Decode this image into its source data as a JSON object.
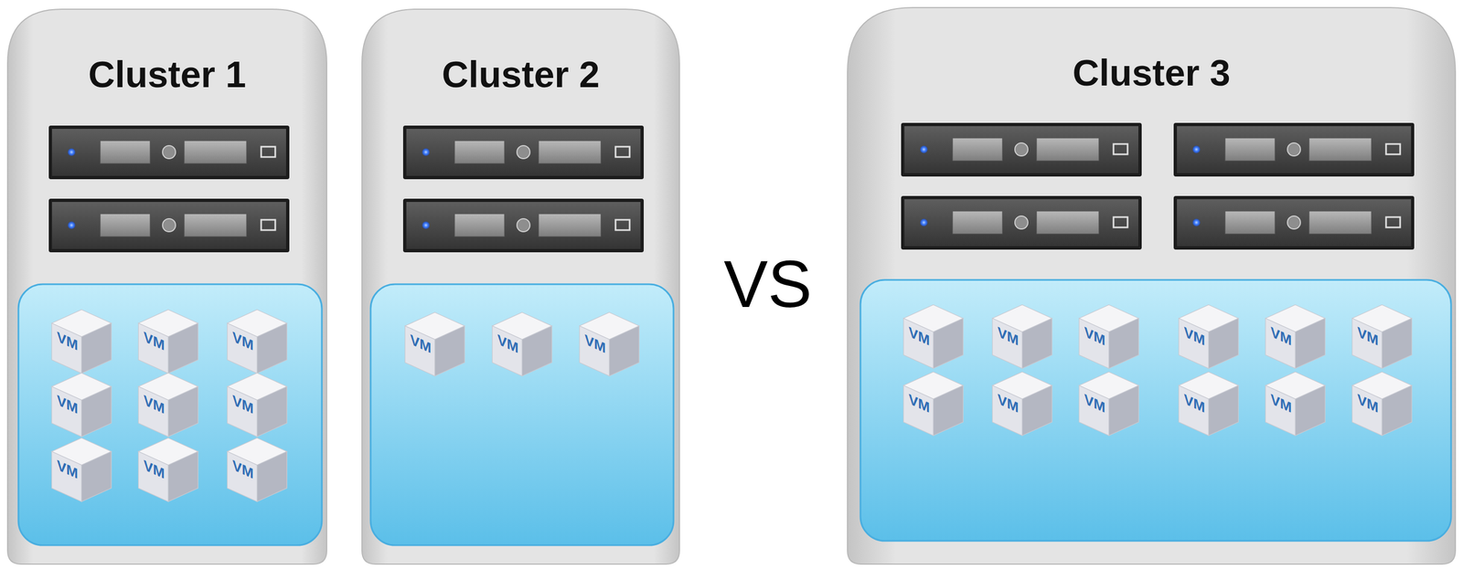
{
  "diagram": {
    "nodes": [
      {
        "text": [
          "Cluster 1"
        ]
      },
      {
        "text": [
          "VM"
        ],
        "in": 0
      },
      {
        "text": [
          "VM"
        ],
        "in": 0
      },
      {
        "text": [
          "VM"
        ],
        "in": 0
      },
      {
        "text": [
          "VM"
        ],
        "in": 0
      },
      {
        "text": [
          "VM"
        ],
        "in": 0
      },
      {
        "text": [
          "VM"
        ],
        "in": 0
      },
      {
        "text": [
          "VM"
        ],
        "in": 0
      },
      {
        "text": [
          "VM"
        ],
        "in": 0
      },
      {
        "text": [
          "VM"
        ],
        "in": 0
      },
      {
        "text": [
          "Cluster 2"
        ]
      },
      {
        "text": [
          "VM"
        ],
        "in": 10
      },
      {
        "text": [
          "VM"
        ],
        "in": 10
      },
      {
        "text": [
          "VM"
        ],
        "in": 10
      },
      {
        "text": [
          "Cluster 3"
        ]
      },
      {
        "text": [
          "VM"
        ],
        "in": 14
      },
      {
        "text": [
          "VM"
        ],
        "in": 14
      },
      {
        "text": [
          "VM"
        ],
        "in": 14
      },
      {
        "text": [
          "VM"
        ],
        "in": 14
      },
      {
        "text": [
          "VM"
        ],
        "in": 14
      },
      {
        "text": [
          "VM"
        ],
        "in": 14
      },
      {
        "text": [
          "VM"
        ],
        "in": 14
      },
      {
        "text": [
          "VM"
        ],
        "in": 14
      },
      {
        "text": [
          "VM"
        ],
        "in": 14
      },
      {
        "text": [
          "VM"
        ],
        "in": 14
      },
      {
        "text": [
          "VM"
        ],
        "in": 14
      },
      {
        "text": [
          "VM"
        ],
        "in": 14
      }
    ],
    "labels": [
      "VS"
    ]
  }
}
